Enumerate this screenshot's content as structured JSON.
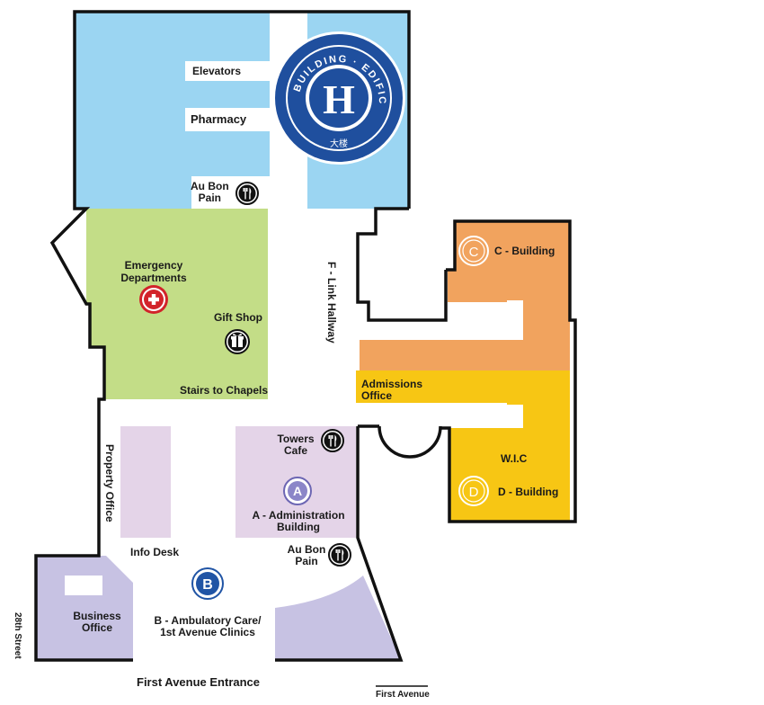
{
  "colors": {
    "blue_zone": "#9bd5f2",
    "green_zone": "#c3dd87",
    "pink_zone": "#e4d4e8",
    "lavender_zone": "#c7c2e3",
    "orange_zone": "#f1a35e",
    "yellow_zone": "#f7c614",
    "wall": "#111111",
    "seal_blue": "#2054a5"
  },
  "seal": {
    "letter": "H",
    "ring_text": "BUILDING · EDIFICIO ·",
    "chinese": "大楼"
  },
  "labels": {
    "elevators": "Elevators",
    "pharmacy": "Pharmacy",
    "au_bon_pain_top": "Au Bon\nPain",
    "emergency": "Emergency\nDepartments",
    "gift_shop": "Gift Shop",
    "stairs_to_chapels": "Stairs to Chapels",
    "f_link_hallway": "F - Link Hallway",
    "c_building": "C - Building",
    "admissions_office": "Admissions\nOffice",
    "wic": "W.I.C",
    "d_building": "D - Building",
    "towers_cafe": "Towers\nCafe",
    "a_building": "A - Administration\nBuilding",
    "property_office": "Property Office",
    "info_desk": "Info Desk",
    "au_bon_pain_bottom": "Au Bon\nPain",
    "business_office": "Business\nOffice",
    "b_building": "B - Ambulatory Care/\n1st Avenue Clinics",
    "street_28th": "28th Street",
    "first_avenue_entrance": "First Avenue Entrance",
    "first_avenue": "First Avenue"
  },
  "building_badges": {
    "a": "A",
    "b": "B",
    "c": "C",
    "d": "D"
  },
  "icons": {
    "restaurant": "fork-knife-icon",
    "gift": "gift-box-icon",
    "emergency": "red-cross-icon"
  }
}
